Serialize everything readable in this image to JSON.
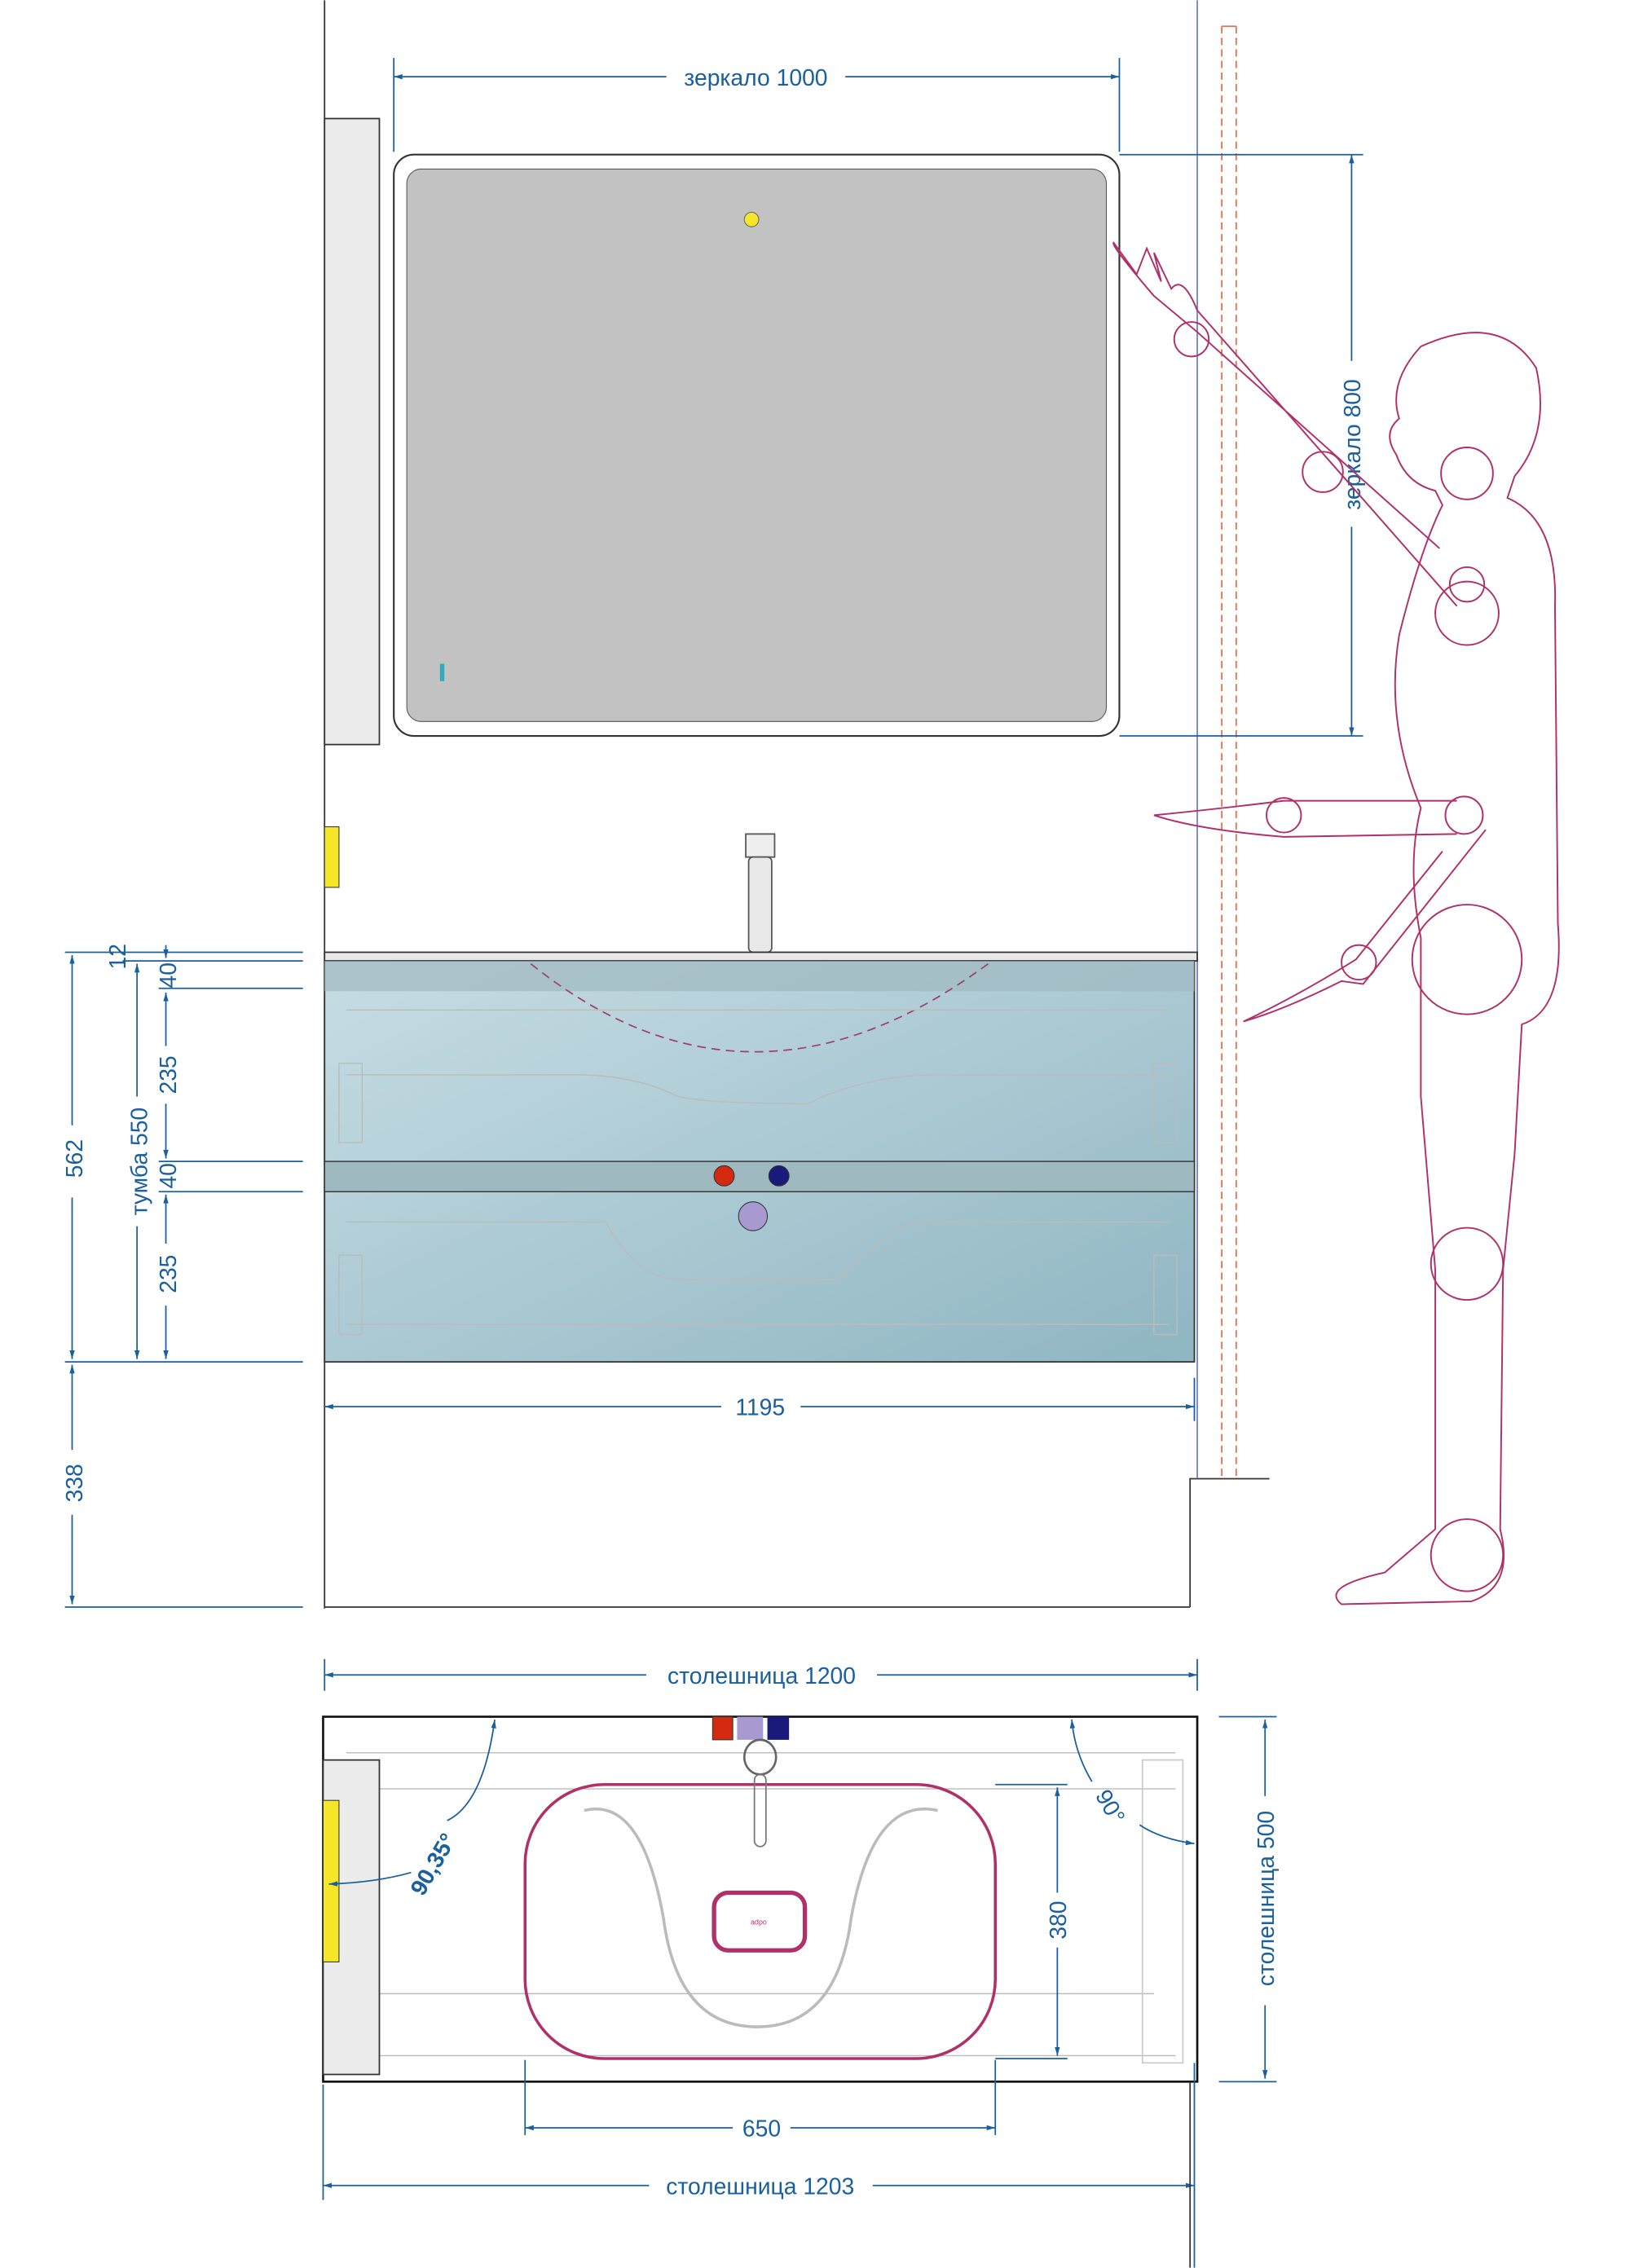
{
  "elevation": {
    "mirror_width_label": "зеркало 1000",
    "mirror_height_label": "зеркало 800",
    "total_height_label": "562",
    "floor_gap_label": "338",
    "cabinet_height_label": "тумба 550",
    "top_thickness_label": "12",
    "drawer_front_1_label": "40",
    "drawer_1_label": "235",
    "drawer_front_2_label": "40",
    "drawer_2_label": "235",
    "cabinet_width_label": "1195"
  },
  "plan": {
    "top_width_label": "столешница 1200",
    "top_depth_label": "столешница 500",
    "bottom_width_label": "столешница 1203",
    "basin_width_label": "650",
    "basin_depth_label": "380",
    "angle_left_label": "90,35°",
    "angle_right_label": "90°",
    "drain_logo": "adpo"
  },
  "colors": {
    "dimension": "#1a5f9e",
    "figure": "#b0306a",
    "hot": "#d42a10",
    "cold": "#1a1a7a",
    "mixed": "#a89ad0",
    "accent_yellow": "#f5e628"
  }
}
